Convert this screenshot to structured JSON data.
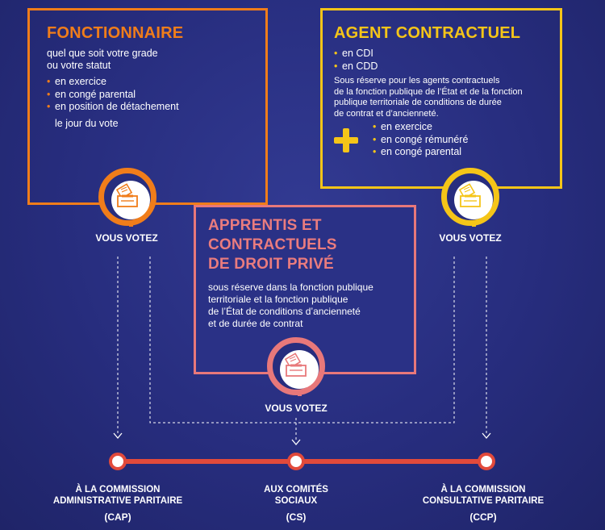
{
  "fonctionnaire": {
    "title": "FONCTIONNAIRE",
    "intro_line1": "quel que soit votre grade",
    "intro_line2": "ou votre statut",
    "items": [
      "en exercice",
      "en congé parental",
      "en position de détachement",
      "le jour du vote"
    ]
  },
  "agent": {
    "title": "AGENT CONTRACTUEL",
    "contracts": [
      "en CDI",
      "en CDD"
    ],
    "note_line1": "Sous réserve pour les agents contractuels",
    "note_line2": "de la fonction publique de l’État et de la fonction",
    "note_line3": "publique territoriale de conditions de durée",
    "note_line4": "de contrat et d’ancienneté.",
    "items": [
      "en exercice",
      "en congé rémunéré",
      "en congé parental"
    ]
  },
  "apprentis": {
    "title_line1": "APPRENTIS ET",
    "title_line2": "CONTRACTUELS",
    "title_line3": "DE DROIT PRIVÉ",
    "note_line1": "sous réserve dans la fonction publique",
    "note_line2": "territoriale et la fonction publique",
    "note_line3": "de l’État de conditions d’ancienneté",
    "note_line4": "et de durée de contrat"
  },
  "vote_label": "VOUS VOTEZ",
  "destinations": [
    {
      "line1": "À LA COMMISSION",
      "line2": "ADMINISTRATIVE PARITAIRE",
      "abbr": "(CAP)"
    },
    {
      "line1": "AUX COMITÉS",
      "line2": "SOCIAUX",
      "abbr": "(CS)"
    },
    {
      "line1": "À LA COMMISSION",
      "line2": "CONSULTATIVE PARITAIRE",
      "abbr": "(CCP)"
    }
  ],
  "colors": {
    "background": "#272d7e",
    "orange": "#f07d1a",
    "yellow": "#f5c518",
    "pink": "#e8787a",
    "timeline": "#e24a3b"
  },
  "icons": {
    "ballot": "ballot-box-icon",
    "plus": "plus-icon"
  }
}
